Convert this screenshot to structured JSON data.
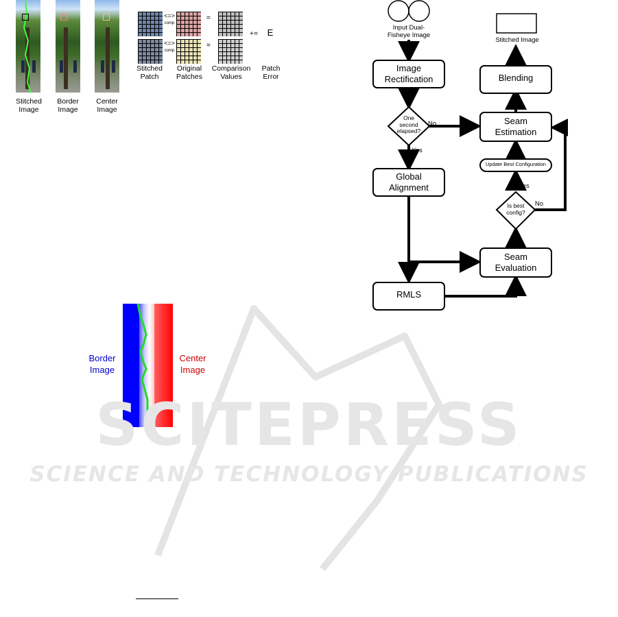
{
  "figure_left": {
    "strip_labels": [
      "Stitched\nImage",
      "Border\nImage",
      "Center\nImage"
    ],
    "patch_labels": [
      "Stitched\nPatch",
      "Original\nPatches",
      "Comparison\nValues",
      "Patch\nError"
    ],
    "operator_compare": "<=>",
    "operator_compare_sub": "comp",
    "operator_equals": "=",
    "operator_accumulate": "+=",
    "error_symbol": "E"
  },
  "heatmap": {
    "left_label": "Border\nImage",
    "right_label": "Center\nImage",
    "left_color": "#0000ff",
    "right_color": "#ff0000",
    "seam_color": "#22dd22"
  },
  "flowchart": {
    "input_label": "Input Dual-\nFisheye Image",
    "output_label": "Stitched Image",
    "image_rectification": "Image\nRectification",
    "decision_time": "One\nsecond\nelapsed?",
    "no_label_1": "No",
    "yes_label_1": "Yes",
    "global_alignment": "Global\nAlignment",
    "rmls": "RMLS",
    "seam_evaluation": "Seam\nEvaluation",
    "decision_best": "Is best\nconfig?",
    "yes_label_2": "Yes",
    "no_label_2": "No",
    "update_best": "Update Best Configuration",
    "seam_estimation": "Seam\nEstimation",
    "blending": "Blending"
  },
  "watermark": {
    "title": "SCITEPRESS",
    "subtitle": "SCIENCE AND TECHNOLOGY PUBLICATIONS"
  }
}
